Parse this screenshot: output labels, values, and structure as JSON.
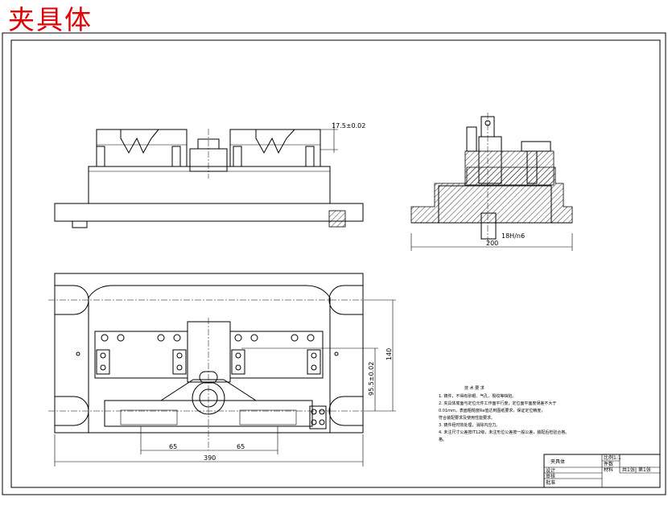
{
  "drawing": {
    "title": "夹具体",
    "colors": {
      "title": "#e00000",
      "line": "#000000"
    },
    "dimensions": {
      "tolerance_top": "17.5±0.02",
      "fit": "18H/n6",
      "side_width": "200",
      "half_left": "65",
      "half_right": "65",
      "overall_width": "390",
      "height_140": "140",
      "height_95": "95.5±0.02"
    },
    "tech_notes": {
      "heading": "技 术 要 求",
      "lines": [
        "1. 铸件，不得有砂眼、气孔、裂纹等缺陷。",
        "2. 夹具体底面与定位元件工作面平行度，定位面平面度误差不大于",
        "0.01mm，表面粗糙度Ra值达到图纸要求，保证定位精度，",
        "符合装配要求及使用性能要求。",
        "3. 铸件经时效处理，消除内应力。",
        "4. 未注尺寸公差按IT12级，未注形位公差按一般公差，装配后检验合格。",
        "格。"
      ]
    },
    "title_block": {
      "name": "夹具体",
      "scale_label": "比例",
      "scale": "1:1",
      "qty_label": "件数",
      "material_label": "材料",
      "sheet_label": "共1张",
      "sheet_no": "第1张",
      "drawn": "设计",
      "checked": "审核",
      "approved": "批准"
    }
  }
}
